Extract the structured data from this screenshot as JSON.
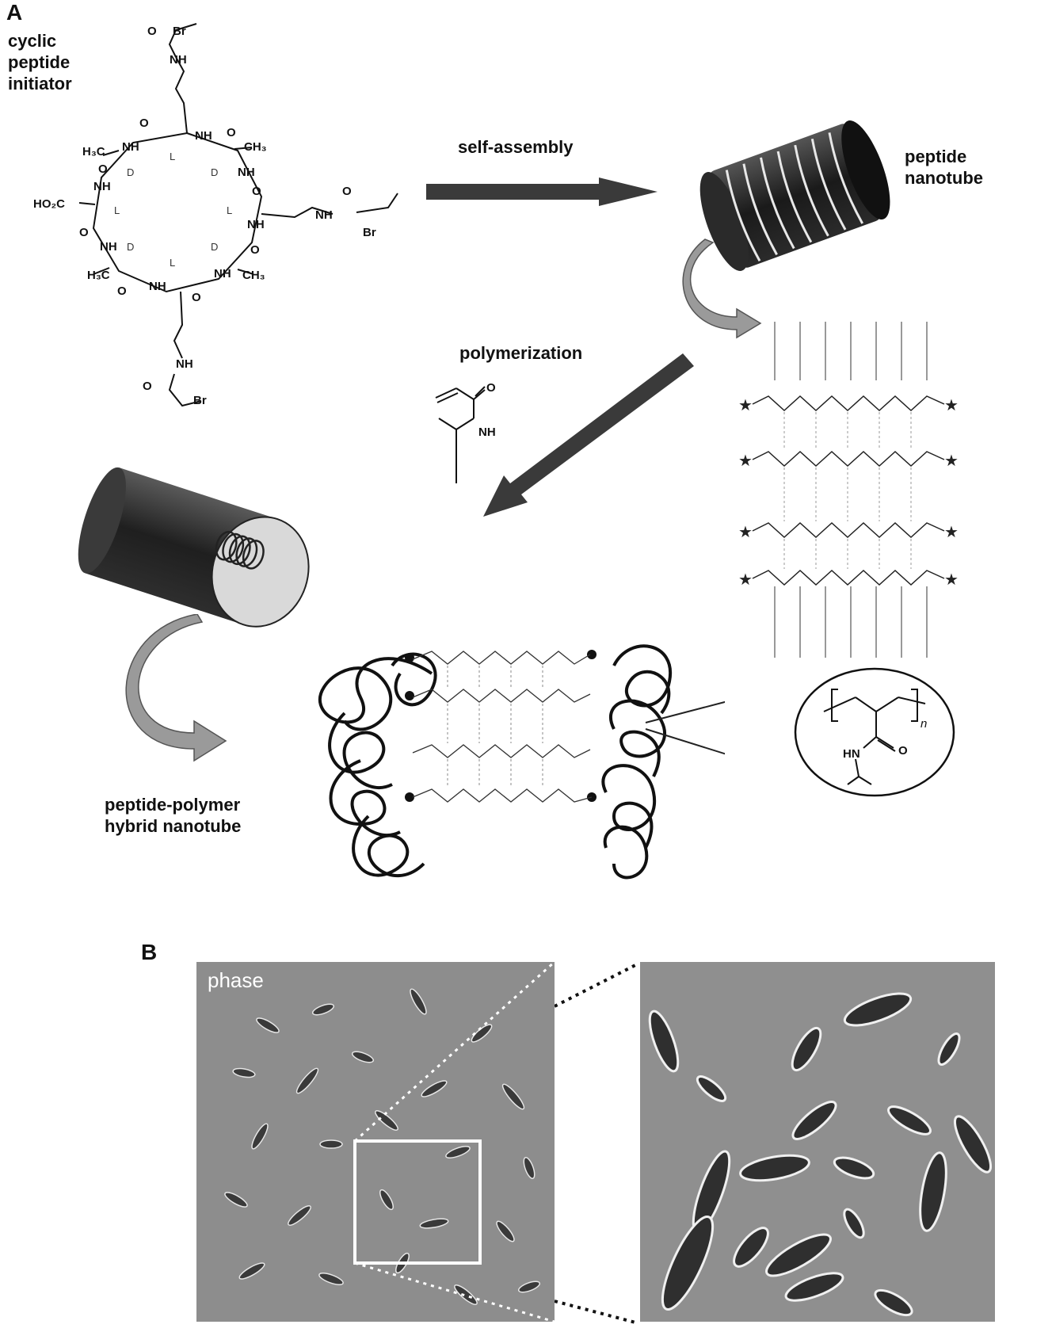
{
  "panel_a": {
    "letter": "A",
    "initiator_label": [
      "cyclic",
      "peptide",
      "initiator"
    ],
    "arrow_self_assembly": "self-assembly",
    "nanotube_label": [
      "peptide",
      "nanotube"
    ],
    "arrow_polymerization": "polymerization",
    "hybrid_label": [
      "peptide-polymer",
      "hybrid nanotube"
    ],
    "stereo_labels": [
      "L",
      "D",
      "L",
      "D",
      "L",
      "D",
      "L",
      "D"
    ],
    "chem": {
      "br": "Br",
      "nh": "NH",
      "o": "O",
      "h3c": "H₃C",
      "ch3": "CH₃",
      "ho2c": "HO₂C",
      "hn": "HN",
      "n_sub": "n"
    }
  },
  "panel_b": {
    "letter": "B",
    "afm_label": "phase"
  },
  "colors": {
    "tube_dark": "#2b2b2b",
    "arrow_dark": "#3a3a3a",
    "arrow_light": "#9a9a9a",
    "afm_gray": "#8a8a8a"
  }
}
